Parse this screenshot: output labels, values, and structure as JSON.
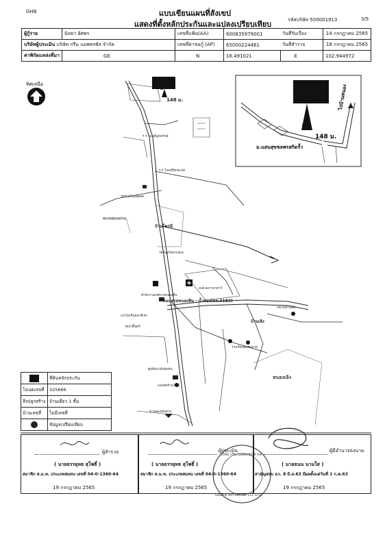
{
  "header": {
    "bank": "GHB",
    "form_title": "แบบเขียนแผนที่สังเขป",
    "form_subtitle": "แสดงที่ตั้งหลักประกันและแปลงเปรียบเทียบ",
    "ref_label": "รหัสบริษัท 500001913",
    "page": "3/5"
  },
  "info": {
    "borrower_label": "ผู้กู้ราย",
    "borrower_name": "นิลยา  อัศพร",
    "company_label": "บริษัทผู้ประเมิน",
    "company_name": "บริษัท กรีน แอพพรซัล จำกัด",
    "coord_label": "ค่าพิกัดแหล่งที่มา",
    "coord_source": "GE",
    "aa_label": "เลขที่แฟ้ม(AA)",
    "aa_value": "600835979001",
    "ap_label": "เลขที่ค่าขอกู้ (AP)",
    "ap_value": "65000224461",
    "n_label": "N",
    "n_value": "16.491021",
    "e_label": "E",
    "e_value": "102.944972",
    "date_receive_label": "วันที่รับเรื่อง",
    "date_receive": "14 กรกฎาคม 2565",
    "date_survey_label": "วันที่สำรวจ",
    "date_survey": "18 กรกฎาคม 2565"
  },
  "map": {
    "north_label": "ทิศเหนือ",
    "distance": "148 ม.",
    "inset_distance": "148 ม.",
    "inset_road": "ม.แสนสุขชลพรสกิดรั้ว",
    "inset_direction": "ไปบ้านหนอง",
    "road_name": "ถนนสายหนองหิน - น้ำพอง(ทล.2183)",
    "village_1": "บ้านโดกนี",
    "village_2": "บ้านเอิง",
    "village_3": "หนองเอิง",
    "labels": [
      "ร.ร.โนนพิบูลพรรณ์",
      "ร.ร.โนนชีวิตรสะพัง",
      "วัดบ้านโนนธุยอด",
      "สนามฟุตบอลร่วม",
      "วัดโนนวิทยาเหมล",
      "สำนักงานเทศบาลหนองหิน",
      "อบต.ดงวาตาคาวี",
      "แก้วรุ่งเรืองเคาติเซา",
      "เซเว่นบ้านเอิง",
      "วัดป่าพื้นตรี",
      "โรงเรียนชุมชนธาตุ",
      "ศูนย์อนามัยชุมชน",
      "แลนด์สร้างเขียว",
      "ช.หนองหลังคาบ"
    ]
  },
  "legend": {
    "symbol_label": "ที่ดินหลักประกัน",
    "deed_label": "โฉนดเลขที่",
    "deed_value": "325666",
    "building_label": "สิ่งปลูกสร้าง",
    "building_value": "บ้านเดี่ยว 1 ชั้น",
    "house_no_label": "บ้านเลขที่",
    "house_no_value": "ไม่มีเลขที่",
    "compare_label": "ข้อมูลเปรียบเทียบ"
  },
  "signatures": [
    {
      "role": "ผู้สำรวจ",
      "name": "( นายธรรยุทธ  สุโพธิ์ )",
      "member": "สมาชิก ส.ม.ท. ประเภทสมทบ เลขที่ 04-0-1360-64",
      "date": "19 กรกฎาคม 2565"
    },
    {
      "role": "ผู้ประเมิน",
      "name": "( นายธรรยุทธ  สุโพธิ์ )",
      "member": "สมาชิก ส.ม.ท. ประเภทสมทบ เลขที่ 04-0-1360-64",
      "date": "19 กรกฎาคม 2565"
    },
    {
      "role": "ผู้มีอำนาจลงนาม",
      "name": "( นายธนน  นามใส )",
      "member": "สามัญสอบ ฉว. 8 มิ.ย.63  มีผลตั้งแต่วันที่ 1 ก.ค.63",
      "date": "19 กรกฎาคม 2565"
    }
  ],
  "stamp": {
    "text_top": "บริษัท กรีน แอพพรซัล จำกัด",
    "text_bottom": "GREEN APPRAISAL CO.,LTD"
  }
}
